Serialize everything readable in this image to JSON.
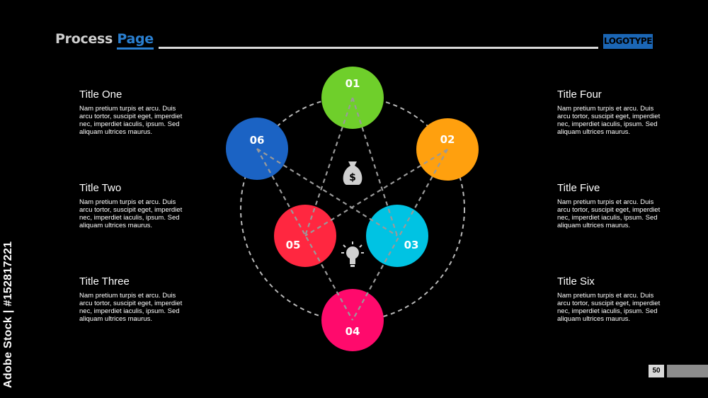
{
  "header": {
    "title_part1": "Process ",
    "title_part2": "Page",
    "logo": "LOGOTYPE"
  },
  "blocks": [
    {
      "title": "Title One",
      "body": "Nam pretium turpis et arcu. Duis arcu tortor, suscipit eget, imperdiet nec, imperdiet iaculis, ipsum. Sed aliquam ultrices maurus."
    },
    {
      "title": "Title Two",
      "body": "Nam pretium turpis et arcu. Duis arcu tortor, suscipit eget, imperdiet nec, imperdiet iaculis, ipsum. Sed aliquam ultrices maurus."
    },
    {
      "title": "Title Three",
      "body": "Nam pretium turpis et arcu. Duis arcu tortor, suscipit eget, imperdiet nec, imperdiet iaculis, ipsum. Sed aliquam ultrices maurus."
    },
    {
      "title": "Title Four",
      "body": "Nam pretium turpis et arcu. Duis arcu tortor, suscipit eget, imperdiet nec, imperdiet iaculis, ipsum. Sed aliquam ultrices maurus."
    },
    {
      "title": "Title Five",
      "body": "Nam pretium turpis et arcu. Duis arcu tortor, suscipit eget, imperdiet nec, imperdiet iaculis, ipsum. Sed aliquam ultrices maurus."
    },
    {
      "title": "Title Six",
      "body": "Nam pretium turpis et arcu. Duis arcu tortor, suscipit eget, imperdiet nec, imperdiet iaculis, ipsum. Sed aliquam ultrices maurus."
    }
  ],
  "nodes": [
    {
      "label": "01",
      "color": "#6fcf2b"
    },
    {
      "label": "02",
      "color": "#ffa00e"
    },
    {
      "label": "03",
      "color": "#00c3e3"
    },
    {
      "label": "04",
      "color": "#ff0a6c"
    },
    {
      "label": "05",
      "color": "#ff2740"
    },
    {
      "label": "06",
      "color": "#1b63c4"
    }
  ],
  "icons": {
    "center_top": "money-bag-icon",
    "center_bottom": "lightbulb-icon",
    "money_symbol": "$"
  },
  "footer": {
    "page_number": "50",
    "stock_text": "Adobe Stock | #152817221"
  }
}
